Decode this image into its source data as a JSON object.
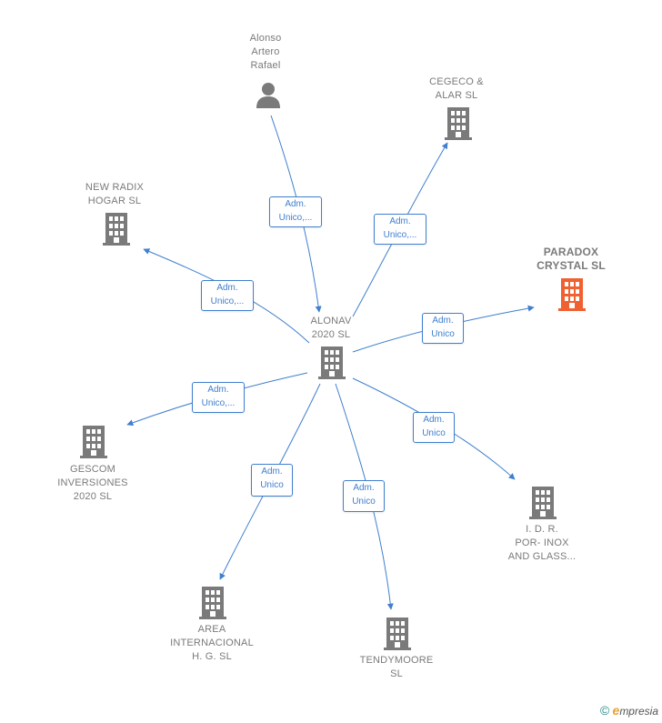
{
  "nodes": {
    "alonso": {
      "label": "Alonso\nArtero\nRafael",
      "type": "person"
    },
    "cegeco": {
      "label": "CEGECO &\nALAR  SL",
      "type": "company"
    },
    "newradix": {
      "label": "NEW RADIX\nHOGAR  SL",
      "type": "company"
    },
    "paradox": {
      "label": "PARADOX\nCRYSTAL  SL",
      "type": "company",
      "color": "#f06030"
    },
    "alonav": {
      "label": "ALONAV\n2020  SL",
      "type": "company"
    },
    "gescom": {
      "label": "GESCOM\nINVERSIONES\n2020  SL",
      "type": "company"
    },
    "idr": {
      "label": "I.  D.  R.\nPOR- INOX\nAND GLASS...",
      "type": "company"
    },
    "area": {
      "label": "AREA\nINTERNACIONAL\nH.  G. SL",
      "type": "company"
    },
    "tendy": {
      "label": "TENDYMOORE\nSL",
      "type": "company"
    }
  },
  "edges": [
    {
      "id": "alonso-alonav",
      "label": "Adm.\nUnico,..."
    },
    {
      "id": "alonav-cegeco",
      "label": "Adm.\nUnico,..."
    },
    {
      "id": "alonav-newradix",
      "label": "Adm.\nUnico,..."
    },
    {
      "id": "alonav-paradox",
      "label": "Adm.\nUnico"
    },
    {
      "id": "alonav-gescom",
      "label": "Adm.\nUnico,..."
    },
    {
      "id": "alonav-idr",
      "label": "Adm.\nUnico"
    },
    {
      "id": "alonav-area",
      "label": "Adm.\nUnico"
    },
    {
      "id": "alonav-tendy",
      "label": "Adm.\nUnico"
    }
  ],
  "colors": {
    "edge": "#3f7fce",
    "icon": "#7a7a7a",
    "highlight": "#f06030"
  },
  "footer": {
    "copyright": "©",
    "brand_initial": "e",
    "brand_rest": "mpresia"
  }
}
